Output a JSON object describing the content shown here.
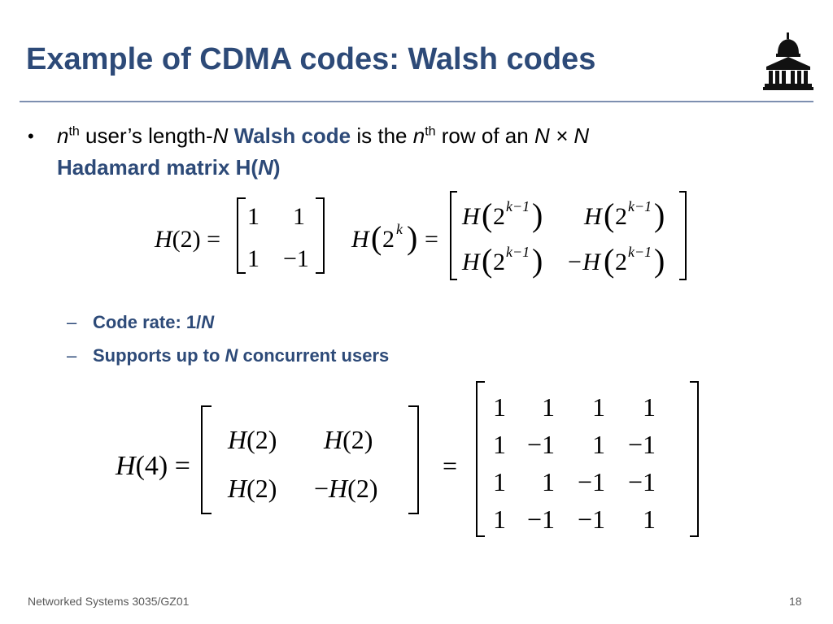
{
  "slide": {
    "title": "Example of CDMA codes: Walsh codes",
    "footer": "Networked Systems 3035/GZ01",
    "page_number": "18"
  },
  "bullet": {
    "n": "n",
    "th1": "th",
    "part1": " user’s length-",
    "N1": "N",
    "walsh": "Walsh code",
    "part2": " is the ",
    "n2": "n",
    "th2": "th",
    "part3": " row of an ",
    "NxN": "N × N",
    "hadamard_a": "Hadamard matrix H(",
    "hadamard_N": "N",
    "hadamard_b": ")"
  },
  "subbullets": {
    "dash": "–",
    "rate_a": "Code rate: 1/",
    "rate_N": "N",
    "support_a": "Supports up to ",
    "support_N": "N",
    "support_b": " concurrent users"
  },
  "eq1": {
    "lhs": "H(2) =",
    "m": [
      [
        "1",
        "1"
      ],
      [
        "1",
        "−1"
      ]
    ]
  },
  "eq2": {
    "lhs_H": "H",
    "lhs_2": "2",
    "lhs_k": "k",
    "lhs_eq": "=",
    "cells": [
      [
        "H",
        "H"
      ],
      [
        "H",
        "−H"
      ]
    ],
    "base": "2",
    "exp": "k−1"
  },
  "eq3": {
    "lhs": "H(4) =",
    "cells": [
      [
        "H(2)",
        "H(2)"
      ],
      [
        "H(2)",
        "−H(2)"
      ]
    ],
    "equals": "=",
    "m": [
      [
        "1",
        "1",
        "1",
        "1"
      ],
      [
        "1",
        "−1",
        "1",
        "−1"
      ],
      [
        "1",
        "1",
        "−1",
        "−1"
      ],
      [
        "1",
        "−1",
        "−1",
        "1"
      ]
    ]
  }
}
